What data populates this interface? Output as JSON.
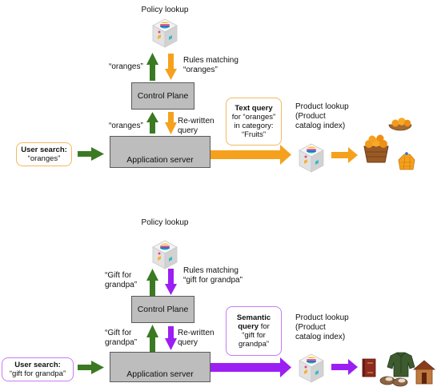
{
  "colors": {
    "green": "#3b7a23",
    "orange": "#f5a11d",
    "purple": "#9b1ff2",
    "box_fill": "#bdbdbd",
    "box_border": "#5a5a5a"
  },
  "icons": {
    "policy_lookup": "elastic-cube-icon",
    "product_lookup": "elastic-cube-icon",
    "fruit_results": [
      "oranges-basket-icon",
      "orange-bowl-icon",
      "orange-net-bag-icon"
    ],
    "gift_results": [
      "book-icon",
      "sweater-icon",
      "slippers-icon",
      "birdhouse-icon"
    ]
  },
  "top": {
    "policy_lookup": "Policy lookup",
    "rules_matching": [
      "Rules matching",
      "“oranges”"
    ],
    "query_up_to_policy": "“oranges”",
    "control_plane": "Control Plane",
    "query_up_to_control": "“oranges”",
    "rewritten": [
      "Re-written",
      "query"
    ],
    "app_server": "Application server",
    "user_search_label": "User search:",
    "user_search_value": "“oranges”",
    "query_box_bold": "Text query",
    "query_box_lines": [
      "for “oranges”",
      "in category:",
      "“Fruits”"
    ],
    "product_lookup": [
      "Product lookup",
      "(Product",
      "catalog index)"
    ]
  },
  "bottom": {
    "policy_lookup": "Policy lookup",
    "rules_matching": [
      "Rules matching",
      "“gift for grandpa”"
    ],
    "query_up_to_policy": [
      "“Gift for",
      "grandpa”"
    ],
    "control_plane": "Control Plane",
    "query_up_to_control": [
      "“Gift for",
      "grandpa”"
    ],
    "rewritten": [
      "Re-written",
      "query"
    ],
    "app_server": "Application server",
    "user_search_label": "User search:",
    "user_search_value": "“gift for grandpa”",
    "query_box_bold": [
      "Semantic",
      "query"
    ],
    "query_box_rest": " for",
    "query_box_lines": [
      "“gift for",
      "grandpa”"
    ],
    "product_lookup": [
      "Product lookup",
      "(Product",
      "catalog index)"
    ]
  }
}
